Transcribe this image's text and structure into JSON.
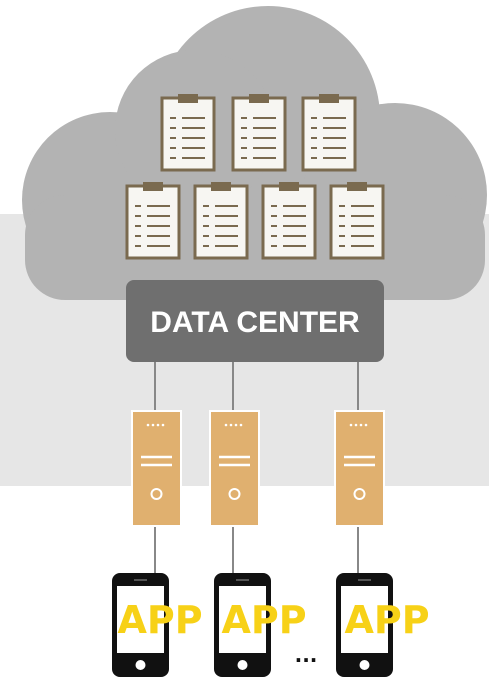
{
  "data_center": {
    "label": "DATA CENTER"
  },
  "apps": [
    {
      "label": "APP"
    },
    {
      "label": "APP"
    },
    {
      "label": "APP"
    }
  ],
  "ellipsis": "...",
  "colors": {
    "cloud": "#b3b3b3",
    "band": "#e6e6e6",
    "data_center_box": "#6f6f6f",
    "clipboard_body": "#f7f6f2",
    "clipboard_border": "#7a6a4f",
    "server": "#e0b06f",
    "app_text": "#f7d117",
    "phone": "#111111"
  },
  "icons": {
    "documents": "clipboard-icon",
    "servers": "server-icon",
    "devices": "smartphone-icon"
  }
}
